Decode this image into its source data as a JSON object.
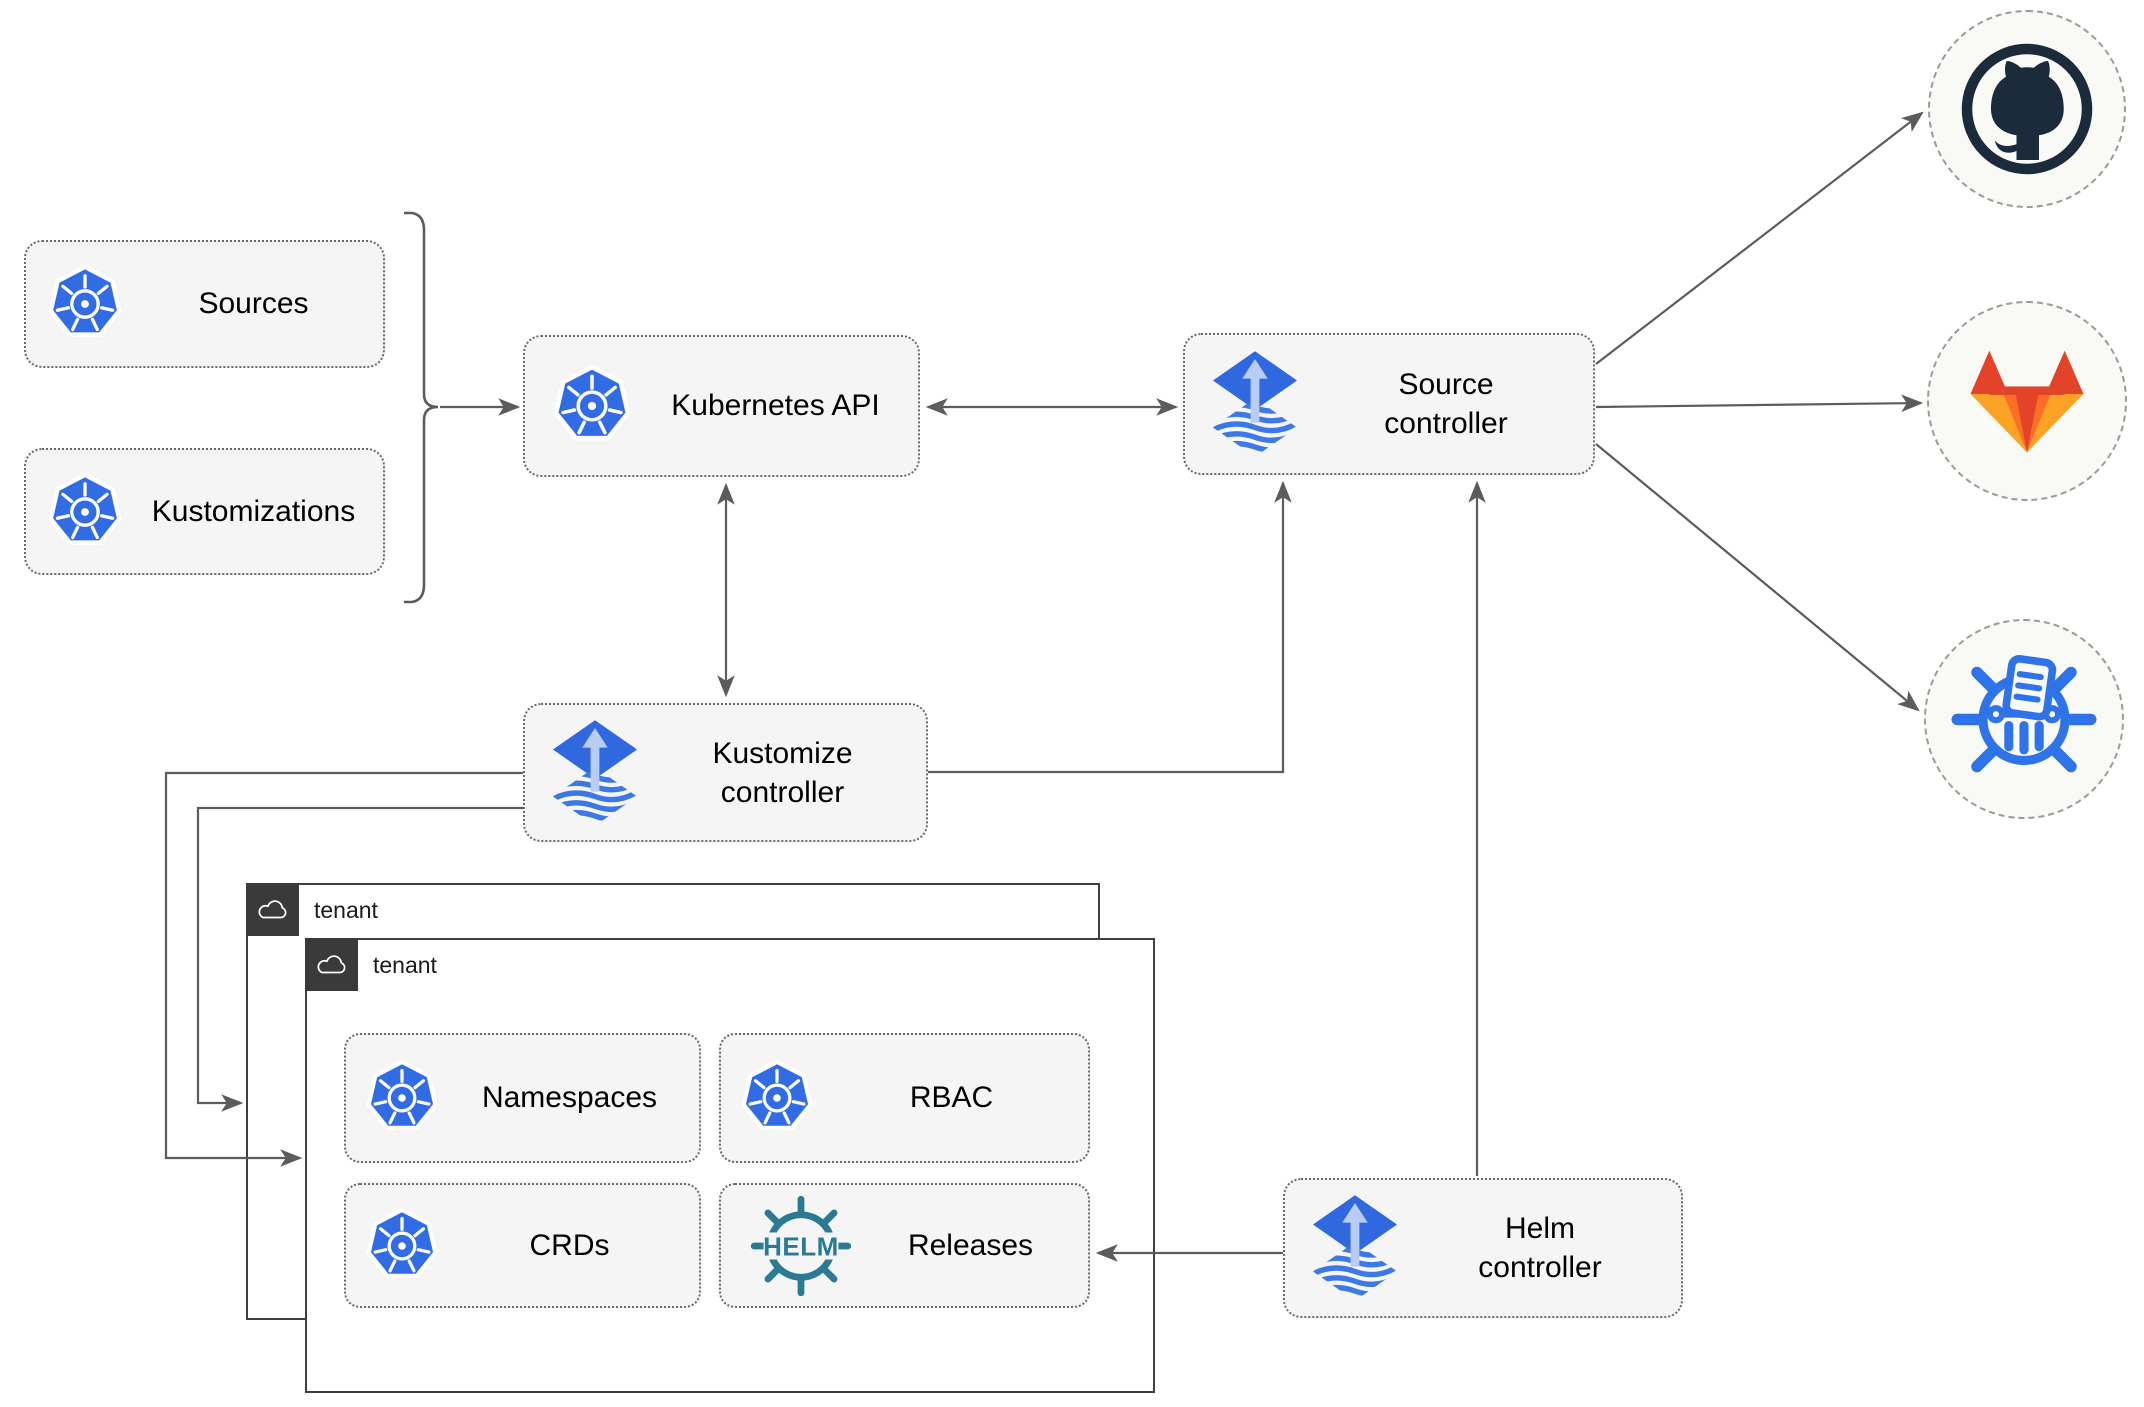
{
  "diagram": {
    "sources": "Sources",
    "kustomizations": "Kustomizations",
    "kubernetes_api": "Kubernetes API",
    "source_controller": {
      "line1": "Source",
      "line2": "controller"
    },
    "kustomize_controller": {
      "line1": "Kustomize",
      "line2": "controller"
    },
    "helm_controller": {
      "line1": "Helm",
      "line2": "controller"
    },
    "tenant_back": "tenant",
    "tenant_front": "tenant",
    "namespaces": "Namespaces",
    "rbac": "RBAC",
    "crds": "CRDs",
    "releases": "Releases",
    "helm_wordmark": "HELM"
  },
  "icons": {
    "kubernetes": "kubernetes-logo",
    "flux": "flux-logo",
    "helm": "helm-wheel",
    "cloud": "cloud",
    "github": "github-octocat",
    "gitlab": "gitlab-tanuki",
    "chart_repository": "chartmuseum-wheel"
  },
  "colors": {
    "node_fill": "#f5f5f5",
    "node_border": "#6a6a6a",
    "arrow": "#5c5c5c",
    "tenant_border": "#3f3f3f",
    "tenant_header": "#3a3a3a",
    "kubernetes_blue": "#326ce5",
    "flux_blue": "#3068e0",
    "flux_light": "#b9cdf2",
    "helm_teal": "#2a7a94",
    "chartmuseum_blue": "#2e73e8",
    "github_dark": "#1b2b3b",
    "gitlab_red": "#e24329",
    "gitlab_orange": "#fc6d26",
    "gitlab_amber": "#fca326",
    "circle_fill": "#f9f9f6",
    "circle_border": "#9b9b9b"
  }
}
